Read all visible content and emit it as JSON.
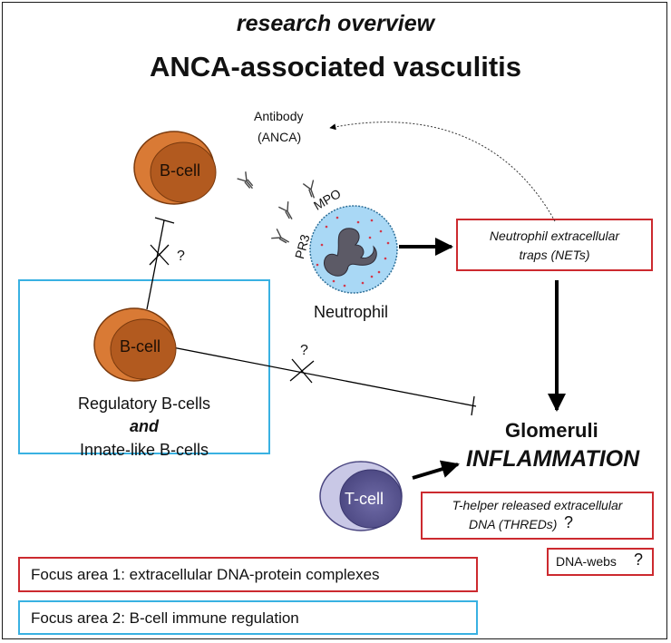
{
  "title": "research overview",
  "subtitle": "ANCA-associated vasculitis",
  "antibody_label": [
    "Antibody",
    "(ANCA)"
  ],
  "b_cell_top_label": "B-cell",
  "b_cell_reg_label": "B-cell",
  "t_cell_label": "T-cell",
  "mpo_label": "MPO",
  "pr3_label": "PR3",
  "neutrophil_label": "Neutrophil",
  "nets_box": [
    "Neutrophil extracellular",
    "traps (NETs)"
  ],
  "question_mark": "?",
  "regulatory_labels": {
    "line1": "Regulatory B-cells",
    "line2": "and",
    "line3": "Innate-like B-cells"
  },
  "glomeruli": {
    "line1": "Glomeruli",
    "line2": "INFLAMMATION"
  },
  "threds_box": {
    "line1": "T-helper released extracellular",
    "line2": "DNA (THREDs)"
  },
  "dna_webs_box": "DNA-webs",
  "focus_area_1": "Focus area 1: extracellular DNA-protein complexes",
  "focus_area_2": "Focus area 2: B-cell immune regulation",
  "colors": {
    "red_box": "#cc2a2f",
    "blue_box": "#39b1e2",
    "b_cell": "#c8641e",
    "neutrophil": "#a9d8f5",
    "t_cell": "#5c5890"
  }
}
